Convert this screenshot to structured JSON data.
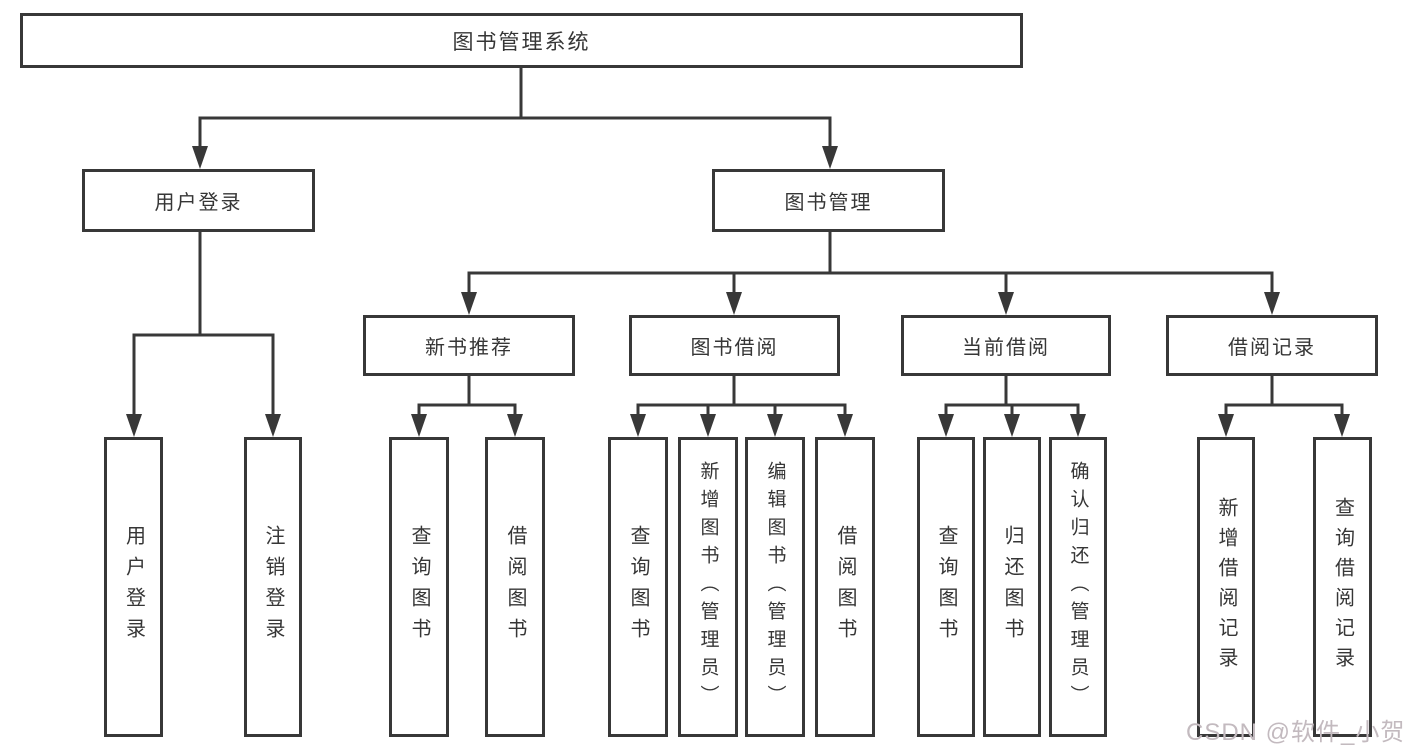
{
  "colors": {
    "line": "#383838",
    "box_border": "#383838",
    "box_background": "#ffffff",
    "text": "#363636",
    "watermark": "#c3babf"
  },
  "watermark": "CSDN @软件_小贺同学",
  "tree": {
    "root": {
      "label": "图书管理系统",
      "children": [
        {
          "label": "用户登录",
          "children": [
            {
              "label": "用户登录"
            },
            {
              "label": "注销登录"
            }
          ]
        },
        {
          "label": "图书管理",
          "children": [
            {
              "label": "新书推荐",
              "children": [
                {
                  "label": "查询图书"
                },
                {
                  "label": "借阅图书"
                }
              ]
            },
            {
              "label": "图书借阅",
              "children": [
                {
                  "label": "查询图书"
                },
                {
                  "label": "新增图书（管理员）"
                },
                {
                  "label": "编辑图书（管理员）"
                },
                {
                  "label": "借阅图书"
                }
              ]
            },
            {
              "label": "当前借阅",
              "children": [
                {
                  "label": "查询图书"
                },
                {
                  "label": "归还图书"
                },
                {
                  "label": "确认归还（管理员）"
                }
              ]
            },
            {
              "label": "借阅记录",
              "children": [
                {
                  "label": "新增借阅记录"
                },
                {
                  "label": "查询借阅记录"
                }
              ]
            }
          ]
        }
      ]
    }
  }
}
